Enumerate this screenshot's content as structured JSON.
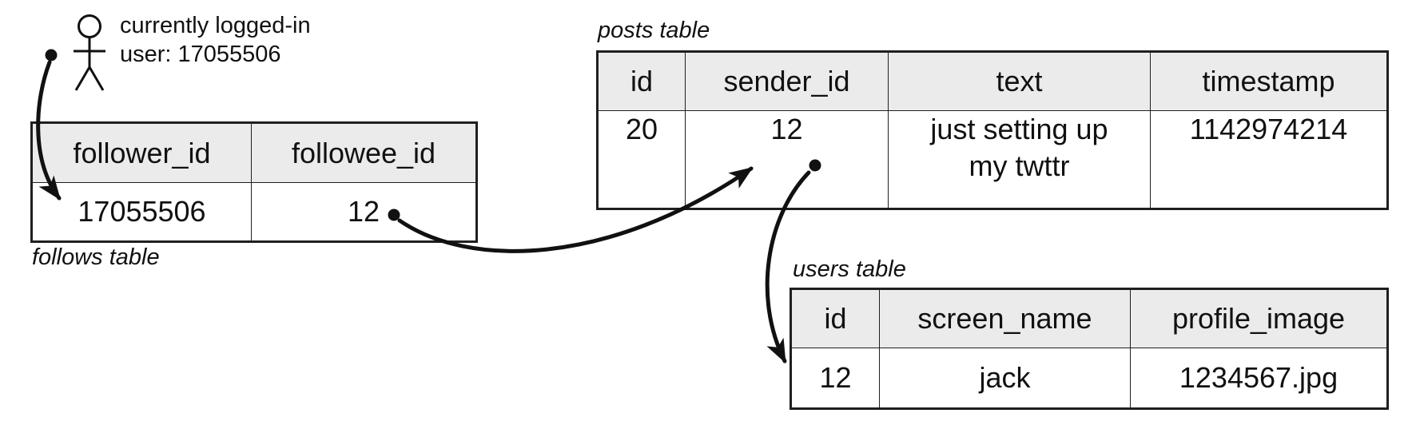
{
  "colors": {
    "background": "#ffffff",
    "header_bg": "#ebebeb",
    "line": "#111111",
    "text": "#111111"
  },
  "icons": {
    "person": "stick-figure-person-icon",
    "connector_dot": "filled-circle-connector",
    "arrowhead": "filled-triangle-arrowhead"
  },
  "logged_in_note": {
    "line1": "currently logged-in",
    "line2": "user: 17055506"
  },
  "tables": {
    "follows": {
      "caption": "follows table",
      "headers": [
        "follower_id",
        "followee_id"
      ],
      "rows": [
        [
          "17055506",
          "12"
        ]
      ]
    },
    "posts": {
      "caption": "posts table",
      "headers": [
        "id",
        "sender_id",
        "text",
        "timestamp"
      ],
      "rows": [
        [
          "20",
          "12",
          "just setting up\nmy twttr",
          "1142974214"
        ]
      ]
    },
    "users": {
      "caption": "users table",
      "headers": [
        "id",
        "screen_name",
        "profile_image"
      ],
      "rows": [
        [
          "12",
          "jack",
          "1234567.jpg"
        ]
      ]
    }
  },
  "arrows": [
    {
      "from": "logged-in user",
      "to": "follows.follower_id 17055506"
    },
    {
      "from": "follows.followee_id 12",
      "to": "posts.sender_id 12"
    },
    {
      "from": "posts.sender_id 12",
      "to": "users.id 12"
    }
  ]
}
